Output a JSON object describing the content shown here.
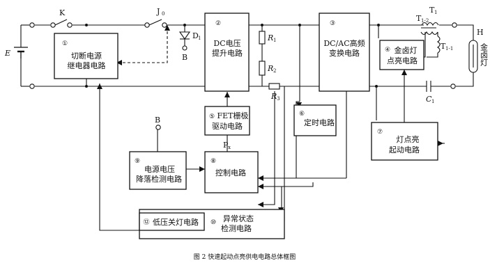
{
  "blocks": {
    "relay": {
      "num": "①",
      "line1": "切断电源",
      "line2": "继电器电路"
    },
    "dcboost": {
      "num": "②",
      "line1": "DC电压",
      "line2": "提升电路"
    },
    "dcac": {
      "num": "③",
      "line1": "DC/AC高频",
      "line2": "变换电路"
    },
    "lamp_on": {
      "num": "④",
      "line1": "金卤灯",
      "line2": "点亮电路"
    },
    "fet": {
      "num": "⑤",
      "line1": "FET栅极",
      "line2": "驱动电路"
    },
    "timer": {
      "num": "⑥",
      "line1": "定时电路"
    },
    "start": {
      "num": "⑦",
      "line1": "灯点亮",
      "line2": "起动电路"
    },
    "control": {
      "num": "⑧",
      "line1": "控制电路"
    },
    "drop": {
      "num": "⑨",
      "line1": "电源电压",
      "line2": "降落检测电路"
    },
    "abn": {
      "num": "⑩",
      "line1": "异常状态",
      "line2": "检测电路"
    },
    "lowoff": {
      "num": "⑫",
      "line1": "低压关灯电路"
    }
  },
  "labels": {
    "E": "E",
    "K": "K",
    "J": "J",
    "J_sub": "0",
    "D": "D",
    "D_sub": "1",
    "B_top": "B",
    "B_mid": "B",
    "R1": "R",
    "R1_sub": "1",
    "R2": "R",
    "R2_sub": "2",
    "R3": "R",
    "R3_sub": "3",
    "T1": "T",
    "T1_sub": "1",
    "T12": "T",
    "T12_sub": "1-2",
    "T11": "T",
    "T11_sub": "1-1",
    "C1": "C",
    "C1_sub": "1",
    "H": "H",
    "lamp_text": "金卤灯",
    "Px": "P",
    "Px_sub": "x"
  },
  "caption": "图 2    快速起动点亮供电电路总体框图"
}
